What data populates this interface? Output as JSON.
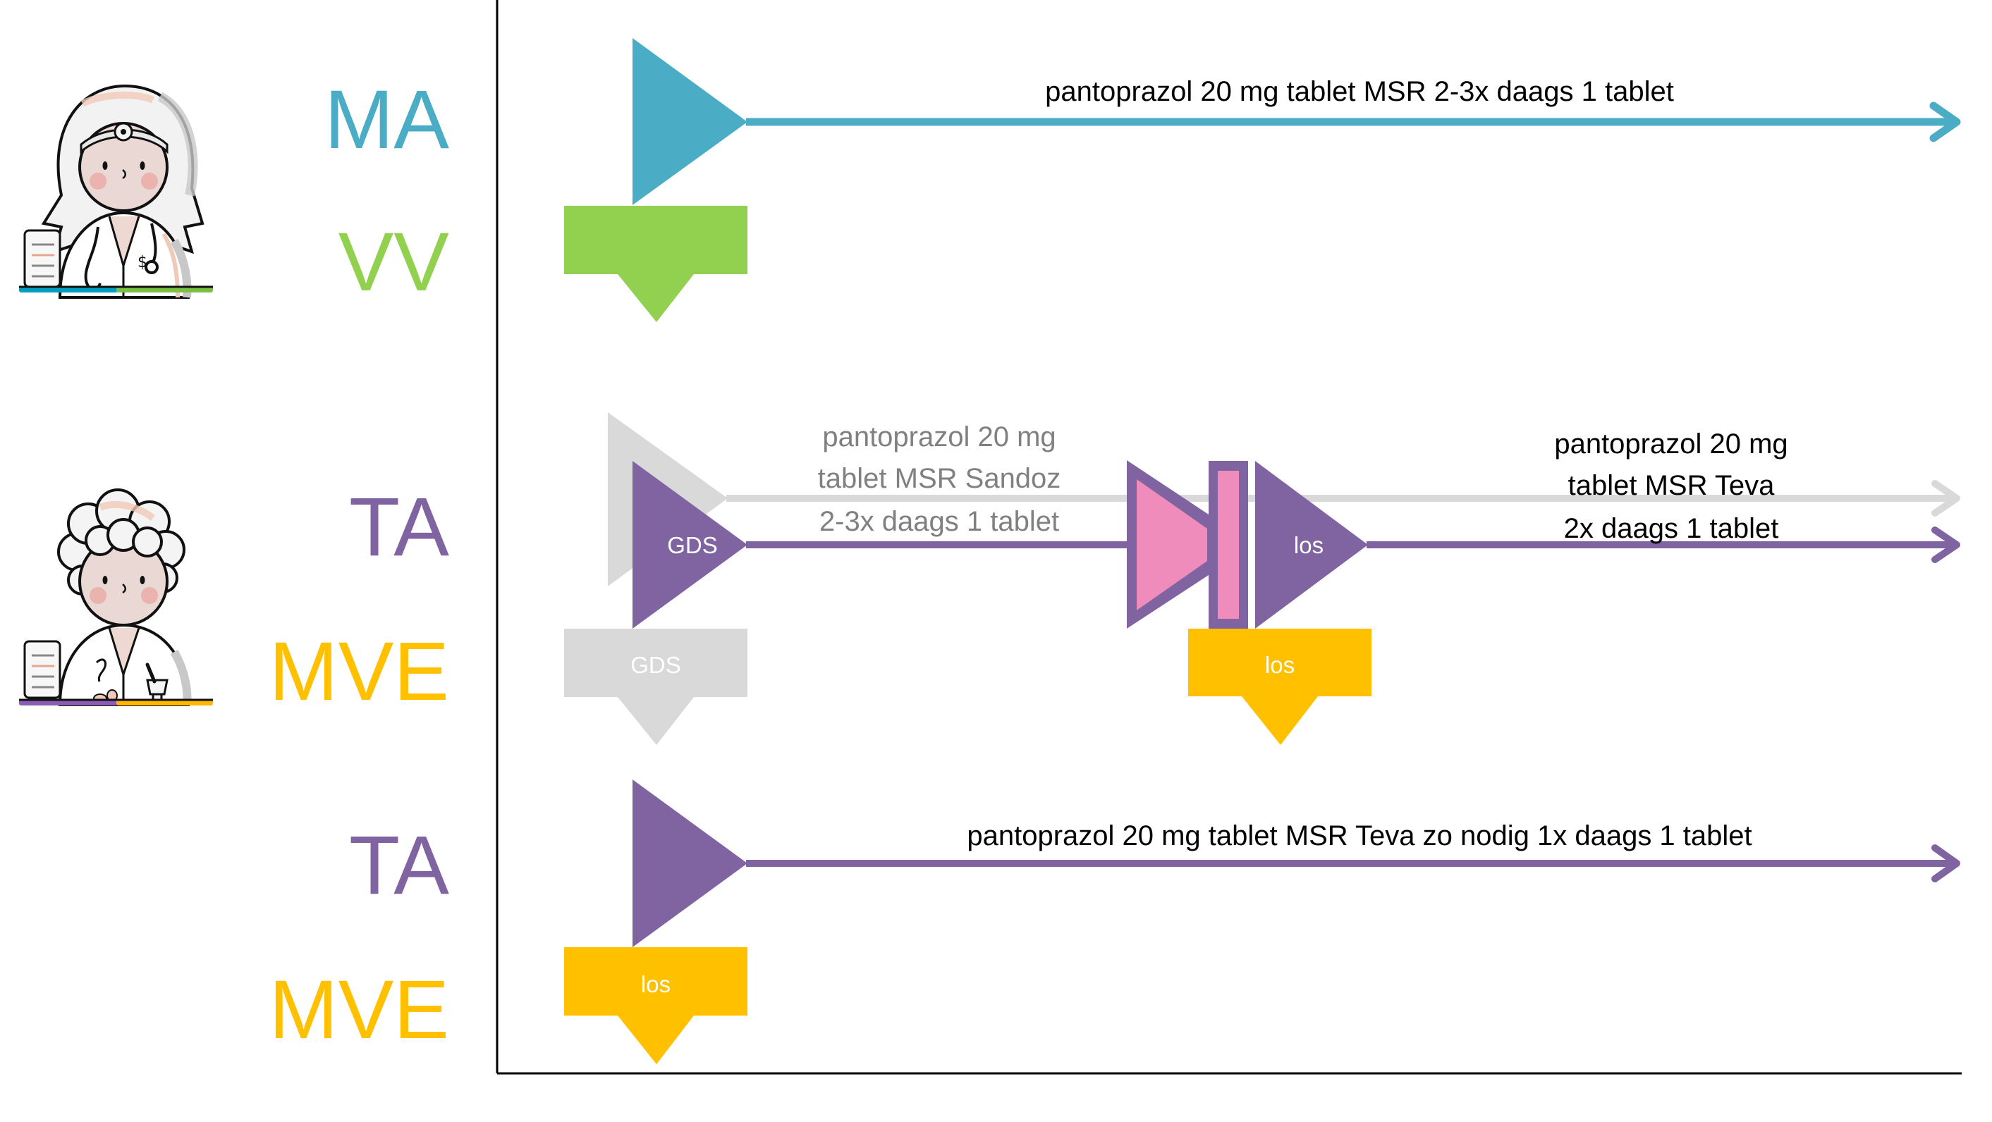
{
  "colors": {
    "ma": "#4BACC6",
    "vv": "#92D050",
    "ta": "#8064A2",
    "mve": "#FFC000",
    "inactive": "#D9D9D9",
    "inactive_text": "#808080",
    "stop_fill": "#F08CBB",
    "axis": "#000000",
    "annotation_text": "#000000",
    "shape_text": "#FFFFFF"
  },
  "actors": [
    {
      "name": "doctor",
      "icon": "doctor-icon",
      "bar_colors": [
        "#009FC2",
        "#7AC143"
      ]
    },
    {
      "name": "pharmacist",
      "icon": "pharmacist-icon",
      "bar_colors": [
        "#8D5DB5",
        "#FFB700"
      ]
    }
  ],
  "rows": [
    {
      "id": "prescription",
      "labels": {
        "upper": "MA",
        "lower": "VV"
      },
      "upper_color": "ma",
      "lower_color": "vv",
      "upper_line": {
        "start_marker": "start-triangle",
        "text": "pantoprazol 20 mg tablet MSR 2-3x daags 1 tablet"
      },
      "lower_marker": {
        "label": "",
        "color": "vv"
      }
    },
    {
      "id": "dispense-change",
      "labels": {
        "upper": "TA",
        "lower": "MVE"
      },
      "upper_color": "ta",
      "lower_color": "mve",
      "inactive_line": {
        "text_lines": [
          "pantoprazol 20 mg",
          "tablet MSR Sandoz",
          "2-3x daags 1 tablet"
        ]
      },
      "first_segment": {
        "marker_label": "GDS"
      },
      "stop_marker": {
        "name": "stop-symbol"
      },
      "second_segment": {
        "marker_label": "los",
        "text_lines": [
          "pantoprazol 20 mg",
          "tablet MSR Teva",
          "2x daags 1 tablet"
        ]
      },
      "lower_markers": [
        {
          "label": "GDS",
          "color": "inactive"
        },
        {
          "label": "los",
          "color": "mve"
        }
      ]
    },
    {
      "id": "as-needed",
      "labels": {
        "upper": "TA",
        "lower": "MVE"
      },
      "upper_color": "ta",
      "lower_color": "mve",
      "upper_line": {
        "start_marker": "start-triangle",
        "text": "pantoprazol 20 mg tablet MSR Teva zo nodig 1x daags 1 tablet"
      },
      "lower_marker": {
        "label": "los",
        "color": "mve"
      }
    }
  ]
}
